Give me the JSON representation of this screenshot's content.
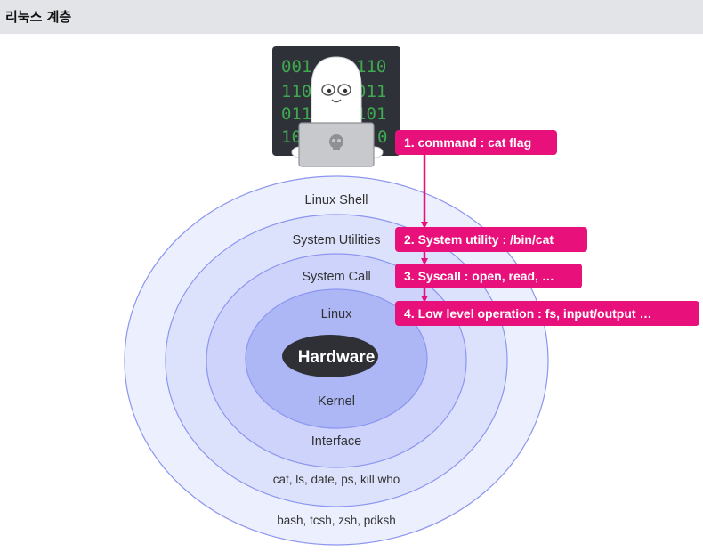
{
  "header": {
    "title": "리눅스 계층"
  },
  "binary_rows": [
    "001",
    "110",
    "110",
    "011",
    "011",
    "101",
    "10",
    "0"
  ],
  "layers": {
    "shell": "Linux Shell",
    "utilities": "System Utilities",
    "syscall": "System Call",
    "linux": "Linux",
    "hardware": "Hardware",
    "kernel": "Kernel",
    "interface": "Interface",
    "utility_examples": "cat, ls, date, ps, kill who",
    "shell_examples": "bash, tcsh, zsh, pdksh"
  },
  "steps": [
    {
      "label": "1. command : cat flag"
    },
    {
      "label": "2. System utility : /bin/cat"
    },
    {
      "label": "3. Syscall : open, read, …"
    },
    {
      "label": "4. Low level operation : fs, input/output …"
    }
  ],
  "colors": {
    "accent": "#e8107a",
    "ring_outer": "#eceffd",
    "ring_2": "#dde2fc",
    "ring_3": "#cdd3fa",
    "ring_4": "#bdc5f8",
    "ring_inner": "#aeb7f6",
    "ring_stroke": "#8c96f0",
    "hardware_fill": "#2f3036",
    "screen_bg": "#2f3139"
  }
}
